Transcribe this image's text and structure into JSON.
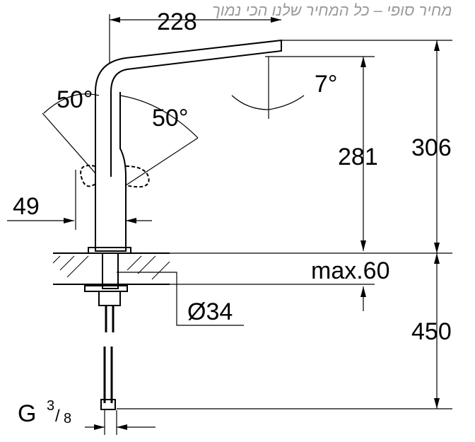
{
  "watermark": "מחיר סופי – כל המחיר שלנו הכי נמוך",
  "dimensions": {
    "spout_reach": "228",
    "spout_angle": "7°",
    "swivel_left": "50°",
    "swivel_right": "50°",
    "spout_height": "281",
    "total_height": "306",
    "body_offset": "49",
    "max_deck": "max.60",
    "hole_diameter": "Ø34",
    "hose_length": "450",
    "connection": "G",
    "connection_fraction_num": "3",
    "connection_fraction_den": "8"
  }
}
